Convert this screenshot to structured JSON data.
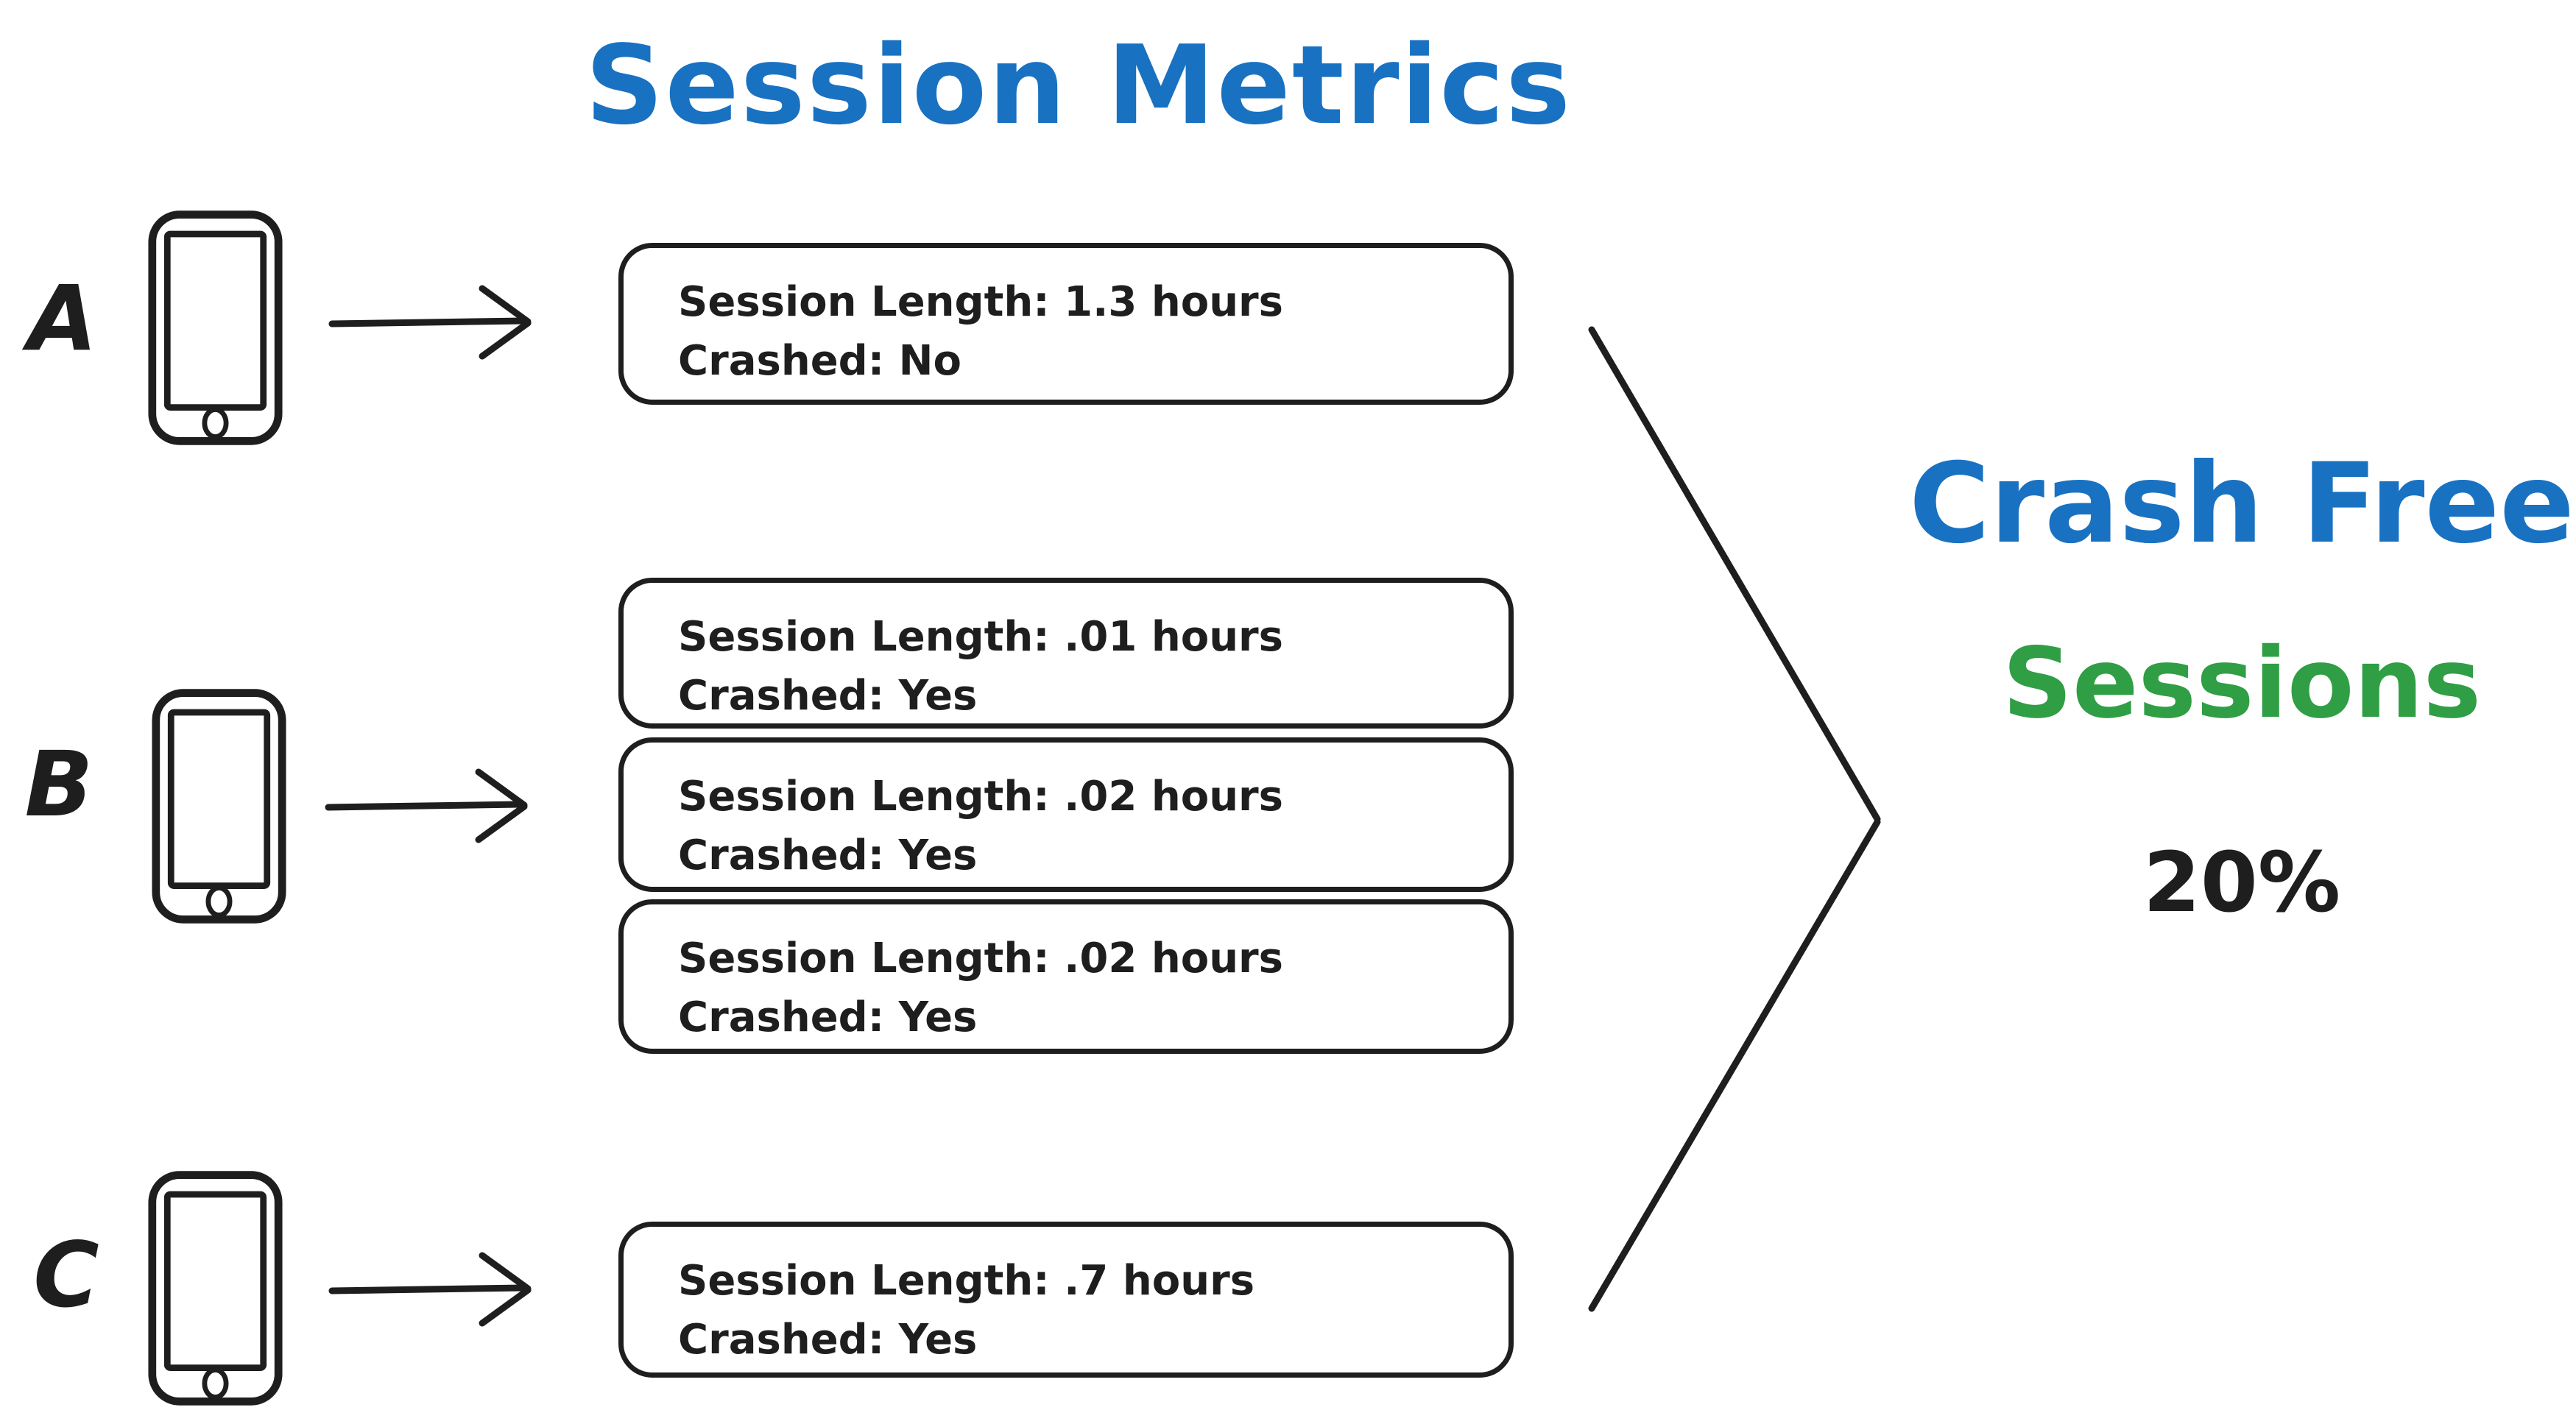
{
  "title": "Session Metrics",
  "colors": {
    "accent_blue": "#1971c2",
    "accent_green": "#2f9e44",
    "ink": "#1e1e1e",
    "background": "#ffffff"
  },
  "icons": {
    "phone": "smartphone-outline-icon",
    "arrow": "arrow-right-icon",
    "chevron": "converge-chevron-icon"
  },
  "devices": [
    {
      "label": "A",
      "sessions": [
        {
          "length": "Session Length: 1.3 hours",
          "crashed": "Crashed: No"
        }
      ]
    },
    {
      "label": "B",
      "sessions": [
        {
          "length": "Session Length: .01 hours",
          "crashed": "Crashed: Yes"
        },
        {
          "length": "Session Length: .02 hours",
          "crashed": "Crashed: Yes"
        },
        {
          "length": "Session Length: .02 hours",
          "crashed": "Crashed: Yes"
        }
      ]
    },
    {
      "label": "C",
      "sessions": [
        {
          "length": "Session Length: .7 hours",
          "crashed": "Crashed: Yes"
        }
      ]
    }
  ],
  "result": {
    "line1": "Crash Free",
    "line2": "Sessions",
    "value": "20%"
  }
}
